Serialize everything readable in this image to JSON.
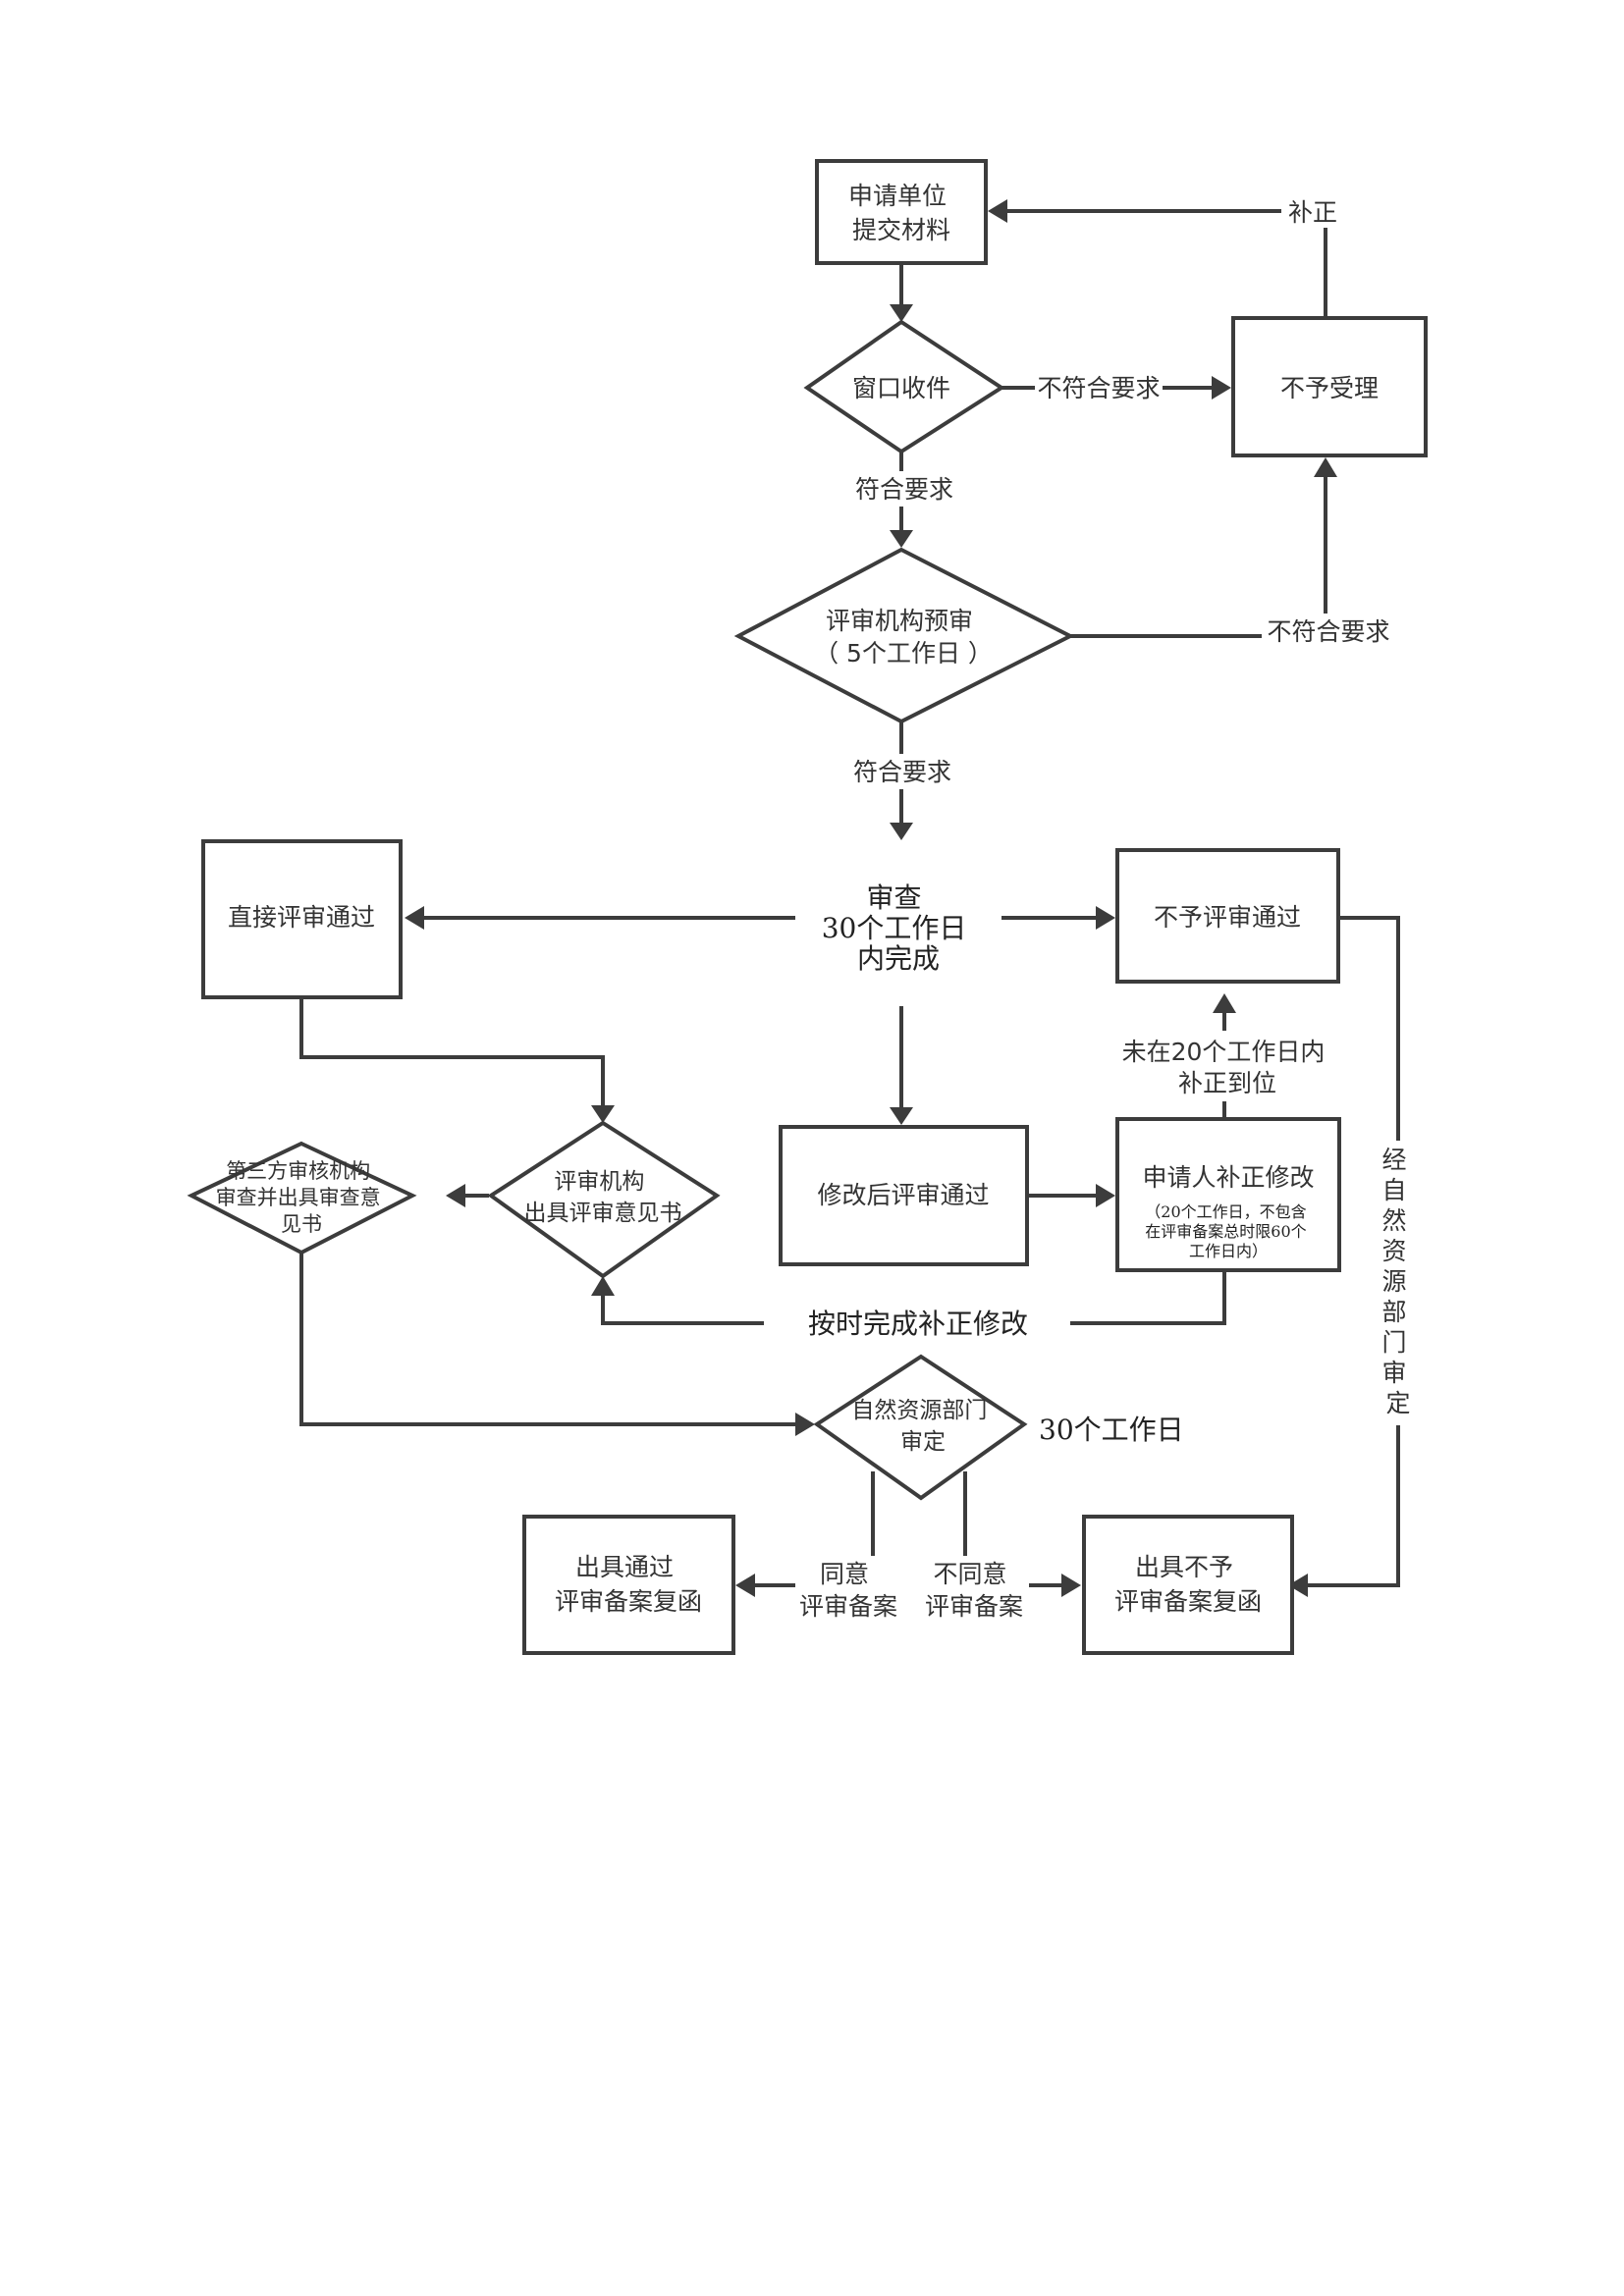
{
  "nodes": {
    "submit": [
      "申请单位",
      "提交材料"
    ],
    "window": [
      "窗口收件"
    ],
    "reject_accept": [
      "不予受理"
    ],
    "prereview": [
      "评审机构预审",
      "（ 5个工作日 ）"
    ],
    "review": [
      "审查",
      "30个工作日",
      "内完成"
    ],
    "direct_pass": [
      "直接评审通过"
    ],
    "no_pass": [
      "不予评审通过"
    ],
    "modified_pass": [
      "修改后评审通过"
    ],
    "applicant_fix": [
      "申请人补正修改"
    ],
    "applicant_fix_note": [
      "（20个工作日，不包含",
      "在评审备案总时限60个",
      "工作日内）"
    ],
    "agency_opinion": [
      "评审机构",
      "出具评审意见书"
    ],
    "third_party": [
      "第三方审核机构",
      "审查并出具审查意",
      "见书"
    ],
    "dept_decide": [
      "自然资源部门",
      "审定"
    ],
    "issue_pass": [
      "出具通过",
      "评审备案复函"
    ],
    "issue_fail": [
      "出具不予",
      "评审备案复函"
    ]
  },
  "labels": {
    "correction": "补正",
    "not_meet_1": "不符合要求",
    "meet_1": "符合要求",
    "not_meet_2": "不符合要求",
    "meet_2": "符合要求",
    "not_fixed": [
      "未在20个工作日内",
      "补正到位"
    ],
    "fixed_on_time": "按时完成补正修改",
    "thirty_days": "30个工作日",
    "agree": [
      "同意",
      "评审备案"
    ],
    "disagree": [
      "不同意",
      "评审备案"
    ],
    "dept_vertical": [
      "经",
      "自",
      "然",
      "资",
      "源",
      "部",
      "门",
      "审",
      "定"
    ]
  },
  "colors": {
    "stroke": "#3c3c3c",
    "text": "#333333",
    "background": "#ffffff"
  }
}
